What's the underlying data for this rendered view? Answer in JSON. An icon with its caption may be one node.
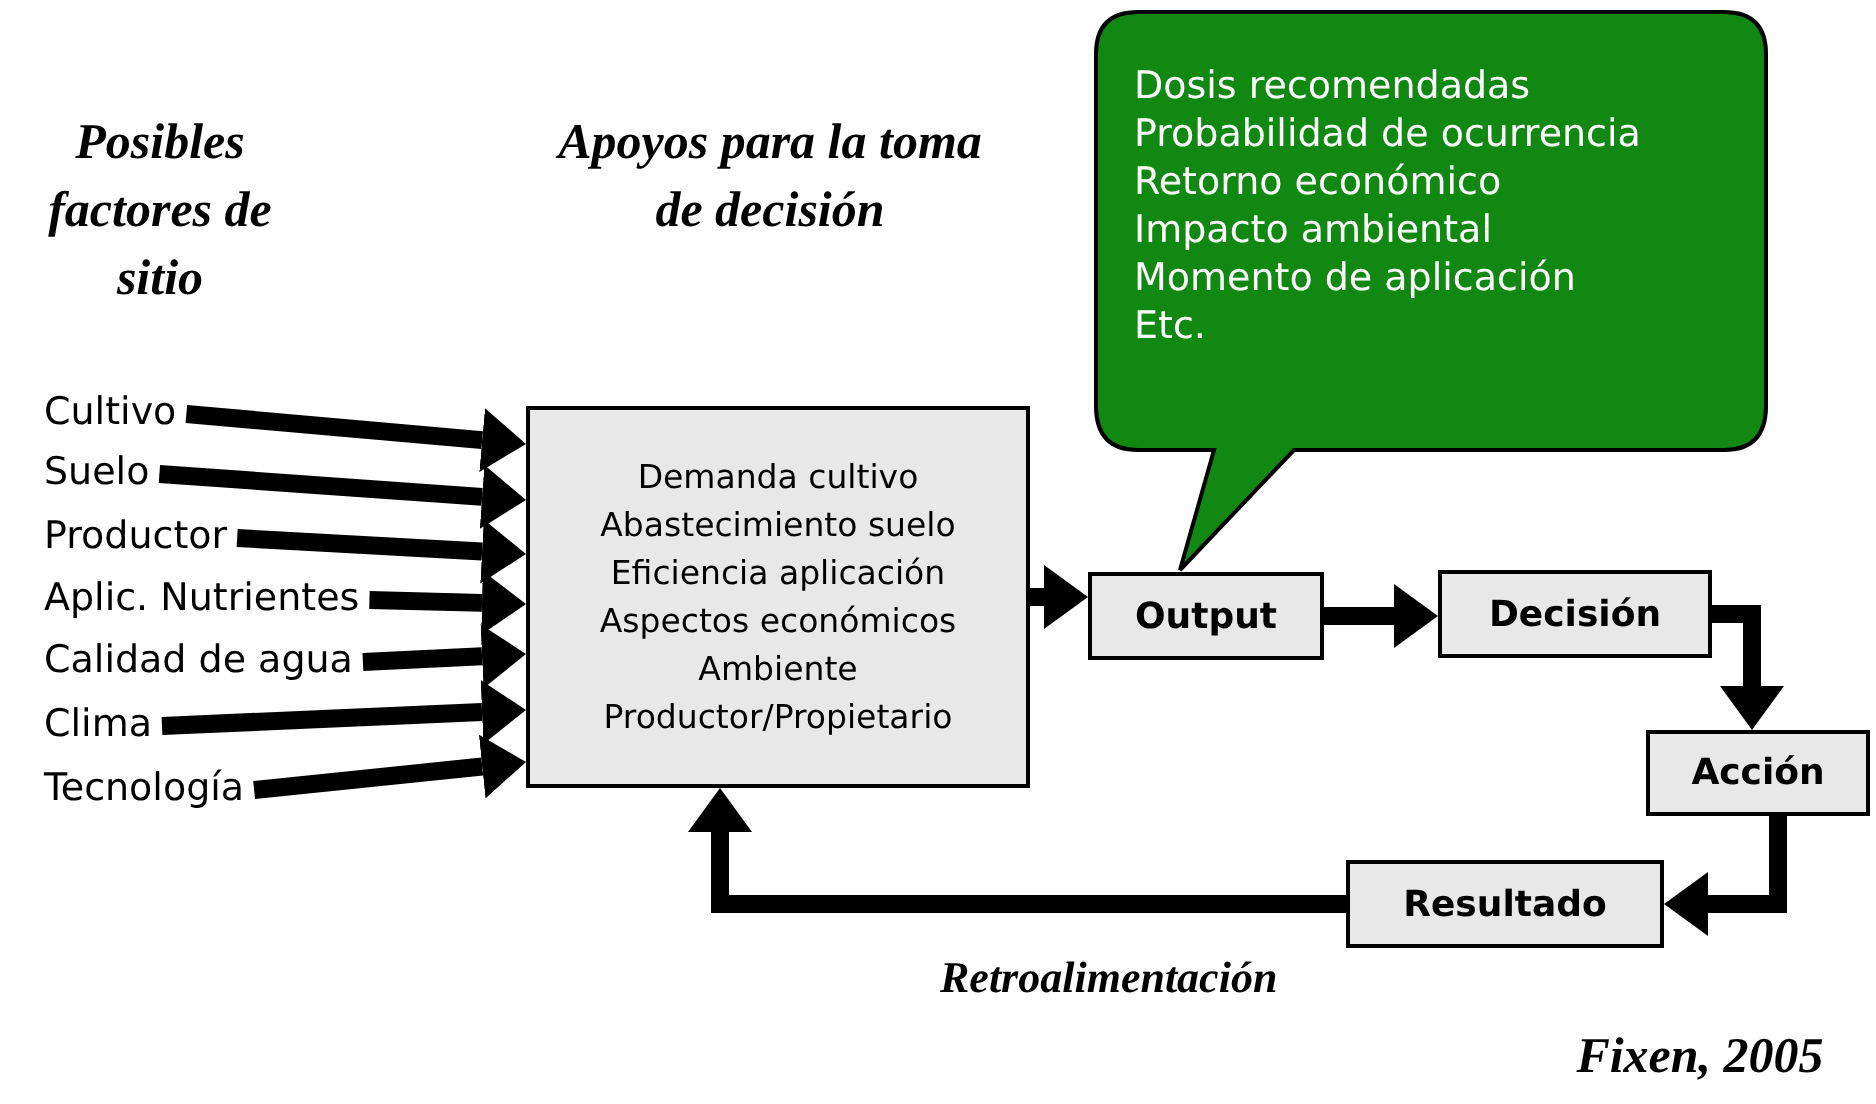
{
  "diagram": {
    "nodes": [
      {
        "text": [
          "Cultivo"
        ]
      },
      {
        "text": [
          "Suelo"
        ]
      },
      {
        "text": [
          "Productor"
        ]
      },
      {
        "text": [
          "Aplic. Nutrientes"
        ]
      },
      {
        "text": [
          "Calidad de agua"
        ]
      },
      {
        "text": [
          "Clima"
        ]
      },
      {
        "text": [
          "Tecnología"
        ]
      },
      {
        "text": [
          "Demanda cultivo",
          "Abastecimiento suelo",
          "Eficiencia aplicación",
          "Aspectos económicos",
          "Ambiente",
          "Productor/Propietario"
        ]
      },
      {
        "text": [
          "Output"
        ]
      },
      {
        "text": [
          "Decisión"
        ]
      },
      {
        "text": [
          "Acción"
        ]
      },
      {
        "text": [
          "Resultado"
        ]
      },
      {
        "text": [
          "Dosis recomendadas",
          "Probabilidad de ocurrencia",
          "Retorno económico",
          "Impacto ambiental",
          "Momento de aplicación",
          "Etc."
        ]
      }
    ],
    "edges": [
      {
        "from": 0,
        "to": 7,
        "arrow": "to"
      },
      {
        "from": 1,
        "to": 7,
        "arrow": "to"
      },
      {
        "from": 2,
        "to": 7,
        "arrow": "to"
      },
      {
        "from": 3,
        "to": 7,
        "arrow": "to"
      },
      {
        "from": 4,
        "to": 7,
        "arrow": "to"
      },
      {
        "from": 5,
        "to": 7,
        "arrow": "to"
      },
      {
        "from": 6,
        "to": 7,
        "arrow": "to"
      },
      {
        "from": 7,
        "to": 8,
        "arrow": "to"
      },
      {
        "from": 8,
        "to": 9,
        "arrow": "to"
      },
      {
        "from": 9,
        "to": 10,
        "arrow": "to"
      },
      {
        "from": 10,
        "to": 11,
        "arrow": "to"
      },
      {
        "from": 11,
        "to": 7,
        "arrow": "to",
        "label": "Retroalimentación"
      }
    ],
    "labels": [
      "Posibles factores de sitio",
      "Apoyos para la toma de decisión",
      "Fixen, 2005"
    ]
  }
}
